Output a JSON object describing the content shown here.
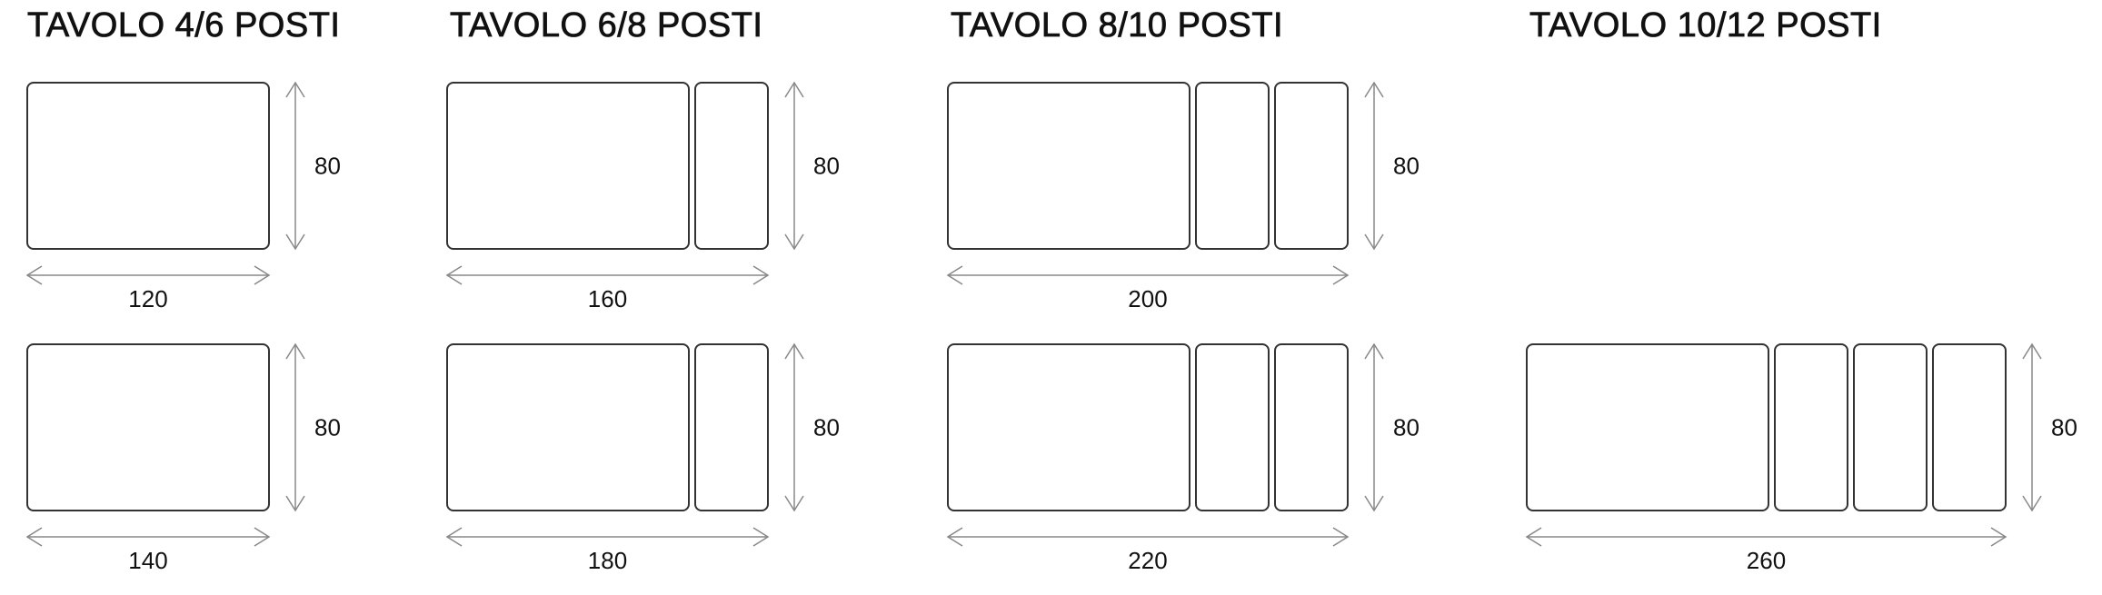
{
  "titles": [
    "TAVOLO 4/6 POSTI",
    "TAVOLO 6/8 POSTI",
    "TAVOLO 8/10 POSTI",
    "TAVOLO 10/12 POSTI"
  ],
  "tables": [
    {
      "name": "table-120",
      "column": 1,
      "row": 1,
      "length": "120",
      "depth": "80",
      "extensions": 0
    },
    {
      "name": "table-140",
      "column": 1,
      "row": 2,
      "length": "140",
      "depth": "80",
      "extensions": 0
    },
    {
      "name": "table-160",
      "column": 2,
      "row": 1,
      "length": "160",
      "depth": "80",
      "extensions": 1
    },
    {
      "name": "table-180",
      "column": 2,
      "row": 2,
      "length": "180",
      "depth": "80",
      "extensions": 1
    },
    {
      "name": "table-200",
      "column": 3,
      "row": 1,
      "length": "200",
      "depth": "80",
      "extensions": 2
    },
    {
      "name": "table-220",
      "column": 3,
      "row": 2,
      "length": "220",
      "depth": "80",
      "extensions": 2
    },
    {
      "name": "table-260",
      "column": 4,
      "row": 2,
      "length": "260",
      "depth": "80",
      "extensions": 3
    }
  ],
  "colors": {
    "outline": "#333333",
    "dimension_line": "#888888",
    "text": "#111111"
  }
}
